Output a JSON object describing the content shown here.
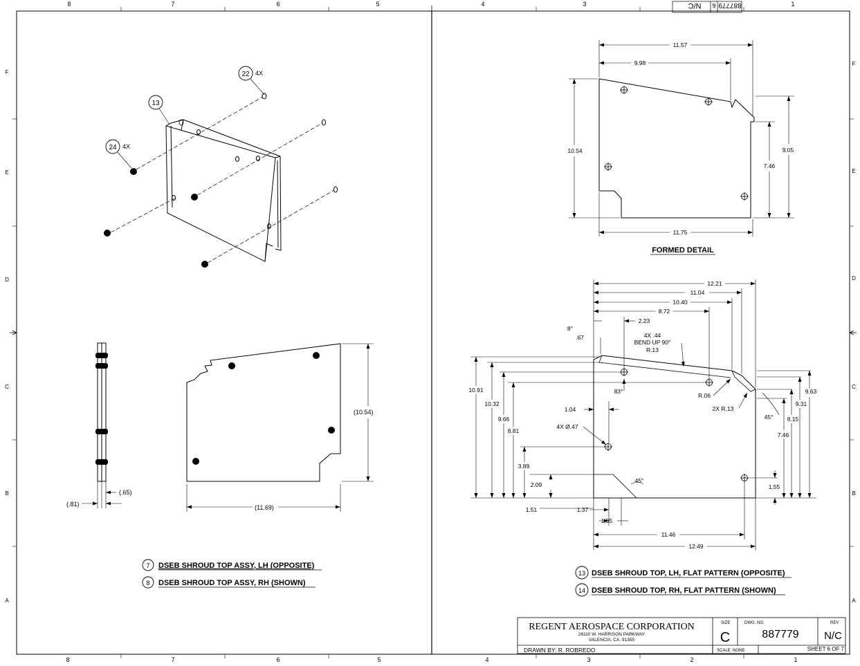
{
  "border": {
    "columns": [
      "8",
      "7",
      "6",
      "5",
      "4",
      "3",
      "2",
      "1"
    ],
    "rows": [
      "F",
      "E",
      "D",
      "C",
      "B",
      "A"
    ],
    "stamp_number": "887779",
    "stamp_sheet": "6",
    "stamp_rev": "N/C"
  },
  "iso_view": {
    "balloons": [
      {
        "num": "22",
        "qty": "4X"
      },
      {
        "num": "13",
        "qty": ""
      },
      {
        "num": "24",
        "qty": "4X"
      }
    ]
  },
  "side_view": {
    "dim_065": "(.65)",
    "dim_081": "(.81)"
  },
  "front_view": {
    "dim_height": "(10.54)",
    "dim_width": "(11.69)"
  },
  "left_titles": [
    {
      "num": "7",
      "text": "DSEB SHROUD TOP ASSY, LH (OPPOSITE)"
    },
    {
      "num": "8",
      "text": "DSEB SHROUD TOP ASSY, RH (SHOWN)"
    }
  ],
  "formed_detail": {
    "title": "FORMED DETAIL",
    "d_1157": "11.57",
    "d_998": "9.98",
    "d_1054": "10.54",
    "d_905": "9.05",
    "d_746": "7.46",
    "d_1175": "11.75"
  },
  "flat_pattern": {
    "top": {
      "d_1221": "12.21",
      "d_1104": "11.04",
      "d_1040": "10.40",
      "d_872": "8.72",
      "d_223": "2.23"
    },
    "angle_8": "8°",
    "d_067": ".67",
    "bend_note": [
      "4X .44",
      "BEND UP 90°",
      "R.13"
    ],
    "left": {
      "d_1091": "10.91",
      "d_1032": "10.32",
      "d_966": "9.66",
      "d_881": "8.81",
      "d_389": "3.89",
      "d_209": "2.09"
    },
    "angle_83": "83°",
    "d_104": "1.04",
    "hole_note": "4X Ø.47",
    "r006": "R.06",
    "r013": "2X R.13",
    "angle_45a": "45°",
    "angle_45b": "45°",
    "right": {
      "d_963": "9.63",
      "d_931": "9.31",
      "d_815": "8.15",
      "d_746": "7.46",
      "d_155": "1.55"
    },
    "bottom": {
      "d_151": "1.51",
      "d_137": "1.37",
      "d_195": "1.95",
      "d_1146": "11.46",
      "d_1249": "12.49"
    }
  },
  "right_titles": [
    {
      "num": "13",
      "text": "DSEB SHROUD TOP, LH, FLAT PATTERN (OPPOSITE)"
    },
    {
      "num": "14",
      "text": "DSEB SHROUD TOP, RH, FLAT PATTERN (SHOWN)"
    }
  ],
  "title_block": {
    "company": "REGENT AEROSPACE CORPORATION",
    "address1": "28110 W. HARRISON PARKWAY",
    "address2": "VALENCIA, CA. 91355",
    "drawn_by": "DRAWN BY:  R. ROBREDO",
    "size_label": "SIZE",
    "size": "C",
    "dwg_label": "DWG.  NO.",
    "dwg_no": "887779",
    "rev_label": "REV",
    "rev": "N/C",
    "scale": "SCALE: NONE",
    "sheet": "SHEET 6 OF 7"
  }
}
